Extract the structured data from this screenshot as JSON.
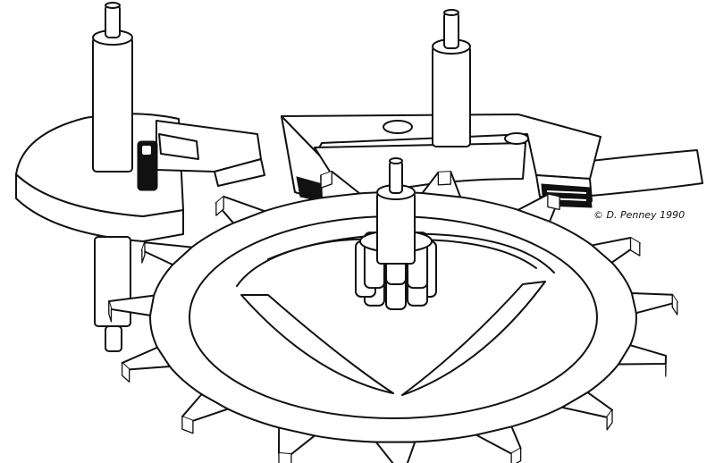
{
  "illustration": {
    "copyright": "© D. Penney 1990",
    "wheel_teeth": 15,
    "pinion_leaves": 8
  }
}
